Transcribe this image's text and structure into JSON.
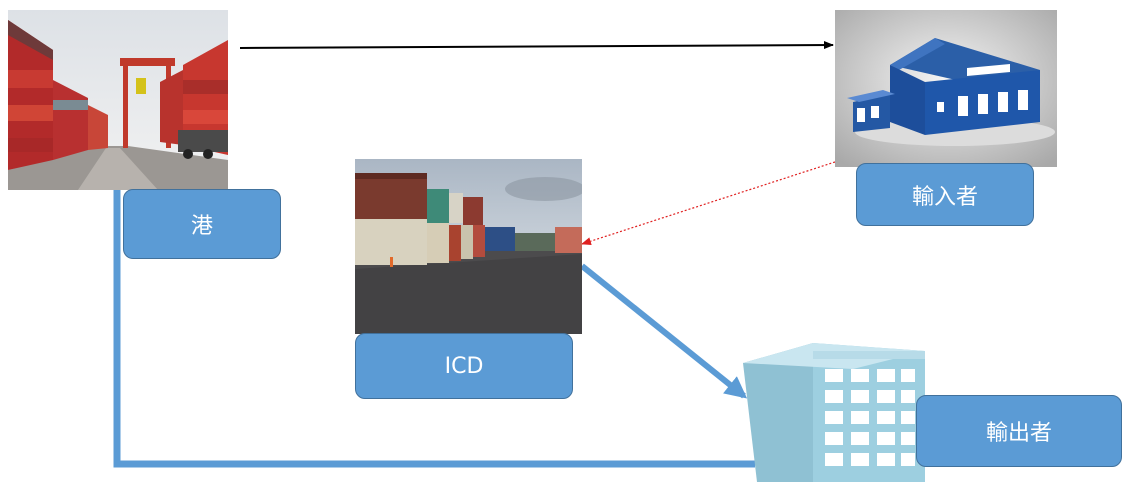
{
  "nodes": {
    "port": {
      "label": "港",
      "image_icon": "container-yard-photo"
    },
    "icd": {
      "label": "ICD",
      "image_icon": "stacked-containers-lot-photo"
    },
    "importer": {
      "label": "輸入者",
      "image_icon": "blue-warehouse-icon"
    },
    "exporter": {
      "label": "輸出者",
      "image_icon": "office-building-icon"
    }
  },
  "edges": [
    {
      "from": "port",
      "to": "importer",
      "style": "thin black arrow"
    },
    {
      "from": "importer",
      "to": "icd",
      "style": "dotted red arrow"
    },
    {
      "from": "icd",
      "to": "exporter",
      "style": "thick blue arrow"
    },
    {
      "from": "port",
      "to": "exporter",
      "style": "thick blue line"
    }
  ],
  "colors": {
    "label_fill": "#5b9bd5",
    "label_border": "#41719c",
    "flow_blue": "#5b9bd5",
    "dotted_red": "#e02020",
    "black_arrow": "#000000"
  }
}
